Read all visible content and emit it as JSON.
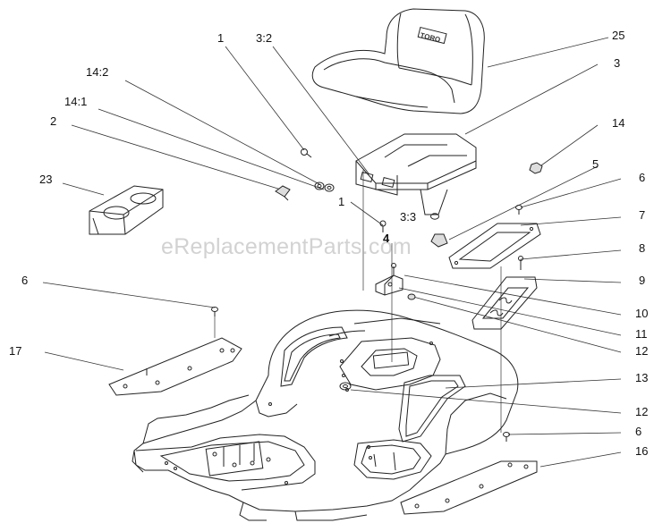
{
  "watermark": "eReplacementParts.com",
  "seat_logo": "TORO",
  "callouts": {
    "c1a": "1",
    "c3_2": "3:2",
    "c25": "25",
    "c14_2": "14:2",
    "c3": "3",
    "c14_1": "14:1",
    "c14": "14",
    "c2": "2",
    "c5": "5",
    "c23": "23",
    "c6a": "6",
    "c1b": "1",
    "c3_3": "3:3",
    "c7": "7",
    "c4": "4",
    "c8": "8",
    "c6b": "6",
    "c9": "9",
    "c10": "10",
    "c11": "11",
    "c17": "17",
    "c12a": "12",
    "c13": "13",
    "c12b": "12",
    "c6c": "6",
    "c16": "16"
  }
}
